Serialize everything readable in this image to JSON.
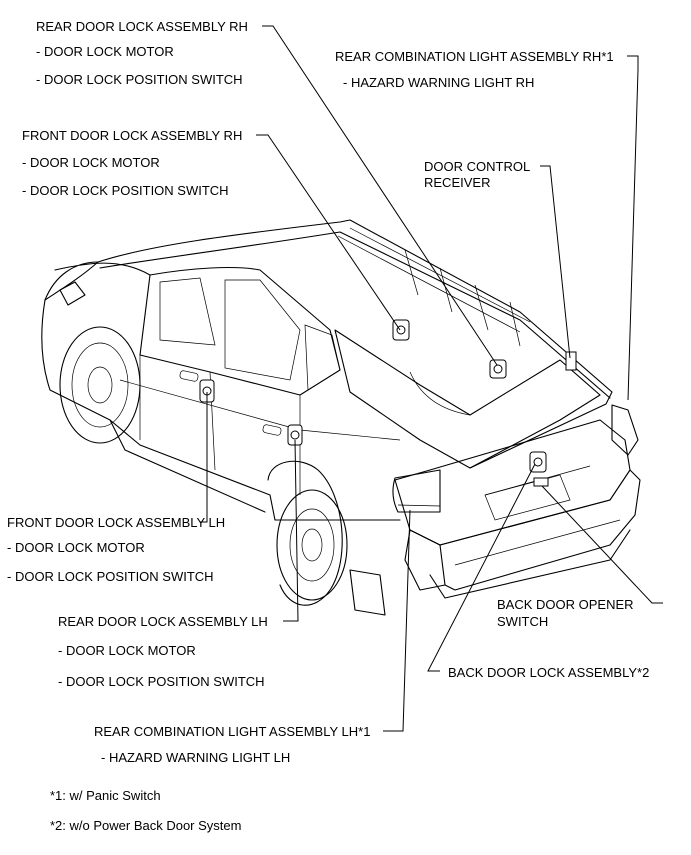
{
  "labels": {
    "rear_rh_title": "REAR DOOR LOCK ASSEMBLY RH",
    "rear_rh_motor": "- DOOR LOCK MOTOR",
    "rear_rh_switch": "- DOOR LOCK POSITION SWITCH",
    "rcl_rh_title": "REAR COMBINATION LIGHT ASSEMBLY RH*1",
    "rcl_rh_hazard": "- HAZARD WARNING LIGHT RH",
    "front_rh_title": "FRONT DOOR LOCK ASSEMBLY RH",
    "front_rh_motor": "- DOOR LOCK MOTOR",
    "front_rh_switch": "- DOOR LOCK POSITION SWITCH",
    "door_control_receiver_1": "DOOR CONTROL",
    "door_control_receiver_2": "RECEIVER",
    "front_lh_title": "FRONT DOOR LOCK ASSEMBLY LH",
    "front_lh_motor": "- DOOR LOCK MOTOR",
    "front_lh_switch": "- DOOR LOCK POSITION SWITCH",
    "back_door_opener_1": "BACK DOOR OPENER",
    "back_door_opener_2": "SWITCH",
    "rear_lh_title": "REAR DOOR LOCK ASSEMBLY LH",
    "rear_lh_motor": "- DOOR LOCK MOTOR",
    "rear_lh_switch": "- DOOR LOCK POSITION SWITCH",
    "back_door_lock": "BACK DOOR LOCK ASSEMBLY*2",
    "rcl_lh_title": "REAR COMBINATION LIGHT ASSEMBLY LH*1",
    "rcl_lh_hazard": "- HAZARD WARNING LIGHT LH",
    "note_1": "*1: w/ Panic Switch",
    "note_2": "*2: w/o Power Back Door System"
  }
}
